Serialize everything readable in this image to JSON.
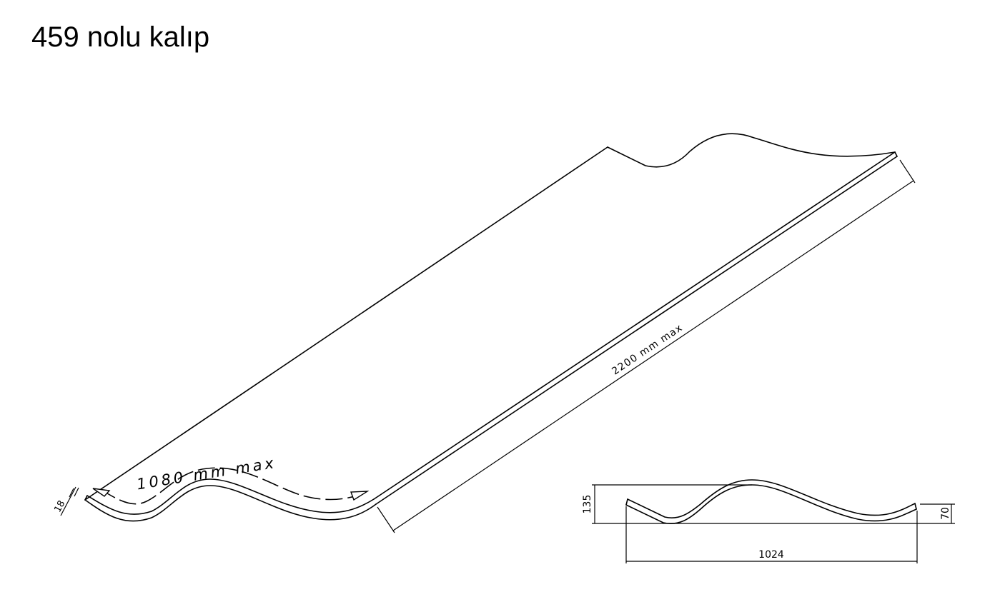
{
  "title": "459 nolu kalıp",
  "dimensions": {
    "curved_width": "1080 mm max",
    "length": "2200 mm max",
    "thickness": "18",
    "section_height": "135",
    "edge_height": "70",
    "section_width": "1024"
  }
}
